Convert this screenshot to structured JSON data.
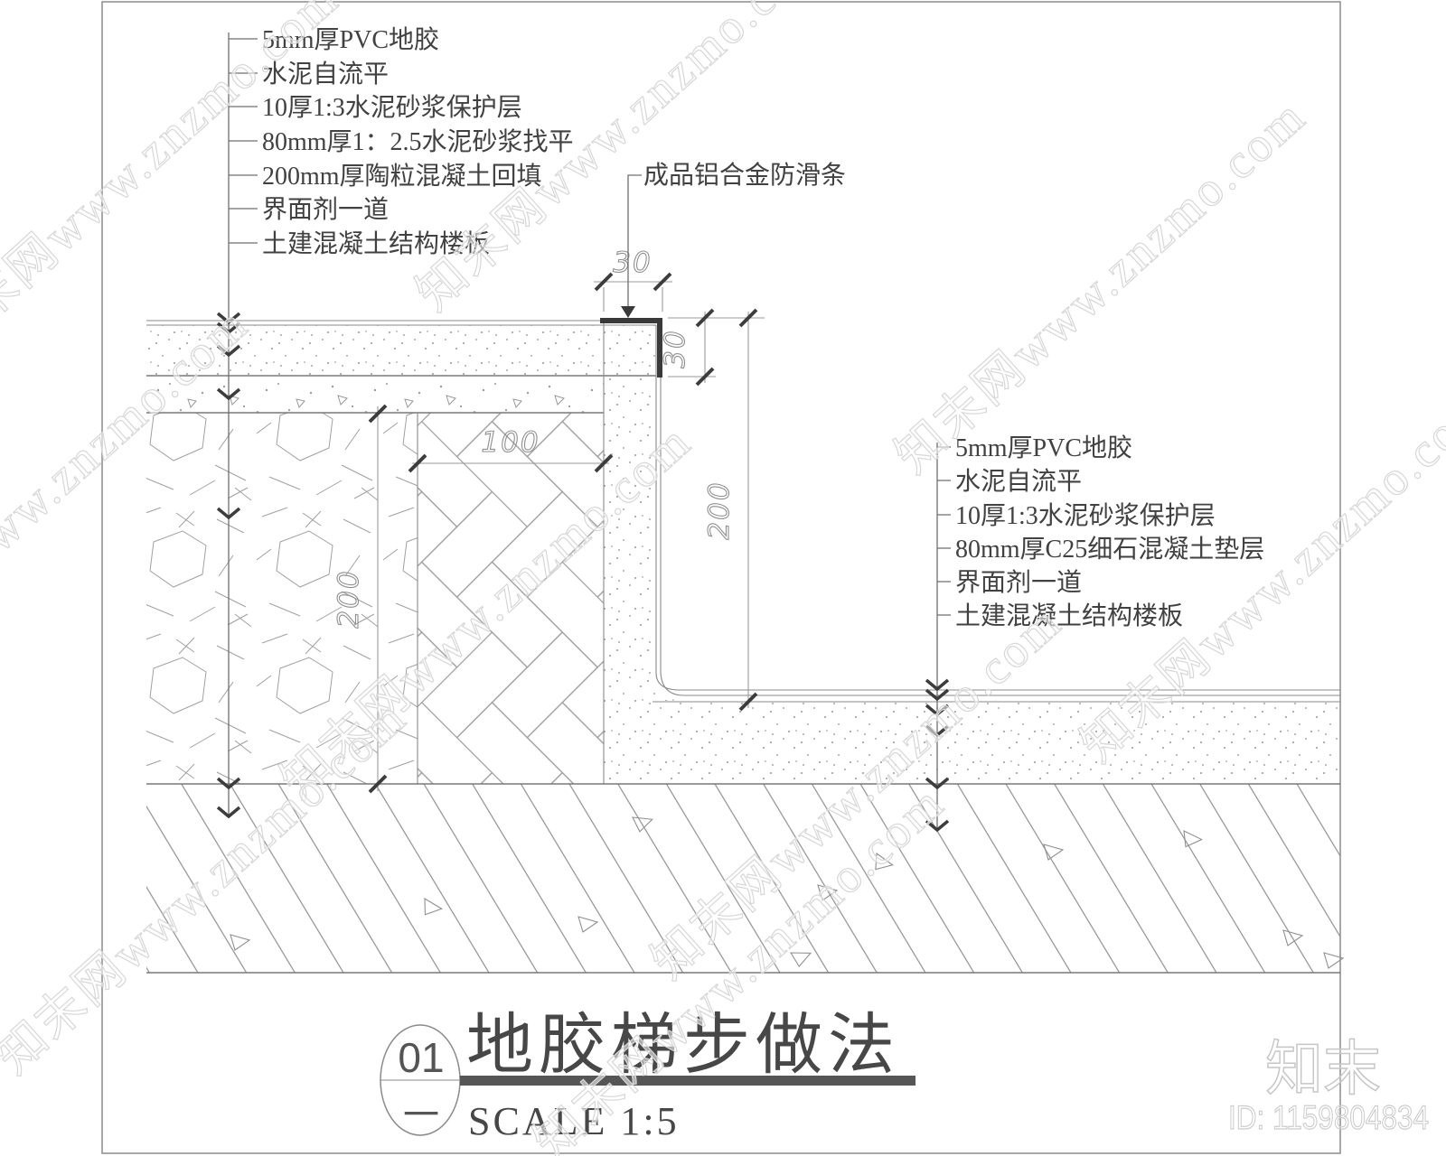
{
  "drawing": {
    "top_callout": "成品铝合金防滑条",
    "left_callouts": [
      "5mm厚PVC地胶",
      "水泥自流平",
      "10厚1:3水泥砂浆保护层",
      "80mm厚1：2.5水泥砂浆找平",
      "200mm厚陶粒混凝土回填",
      "界面剂一道",
      "土建混凝土结构楼板"
    ],
    "right_callouts": [
      "5mm厚PVC地胶",
      "水泥自流平",
      "10厚1:3水泥砂浆保护层",
      "80mm厚C25细石混凝土垫层",
      "界面剂一道",
      "土建混凝土结构楼板"
    ],
    "dims": {
      "nosing_width": "30",
      "nosing_height": "30",
      "tread_block": "100",
      "riser_height": "200",
      "fill_depth": "200"
    }
  },
  "title_block": {
    "number": "01",
    "sheet_ref": "一",
    "title": "地胶梯步做法",
    "scale_text": "SCALE 1:5"
  },
  "watermark": {
    "text": "知末网www.znzmo.com",
    "logo": "知末",
    "id_label": "ID: 1159804834"
  },
  "colors": {
    "line": "#787878",
    "dark_accent": "#3a3a3a",
    "dim_gray": "#8f8f8f",
    "watermark_gray": "#d7d7d7"
  }
}
